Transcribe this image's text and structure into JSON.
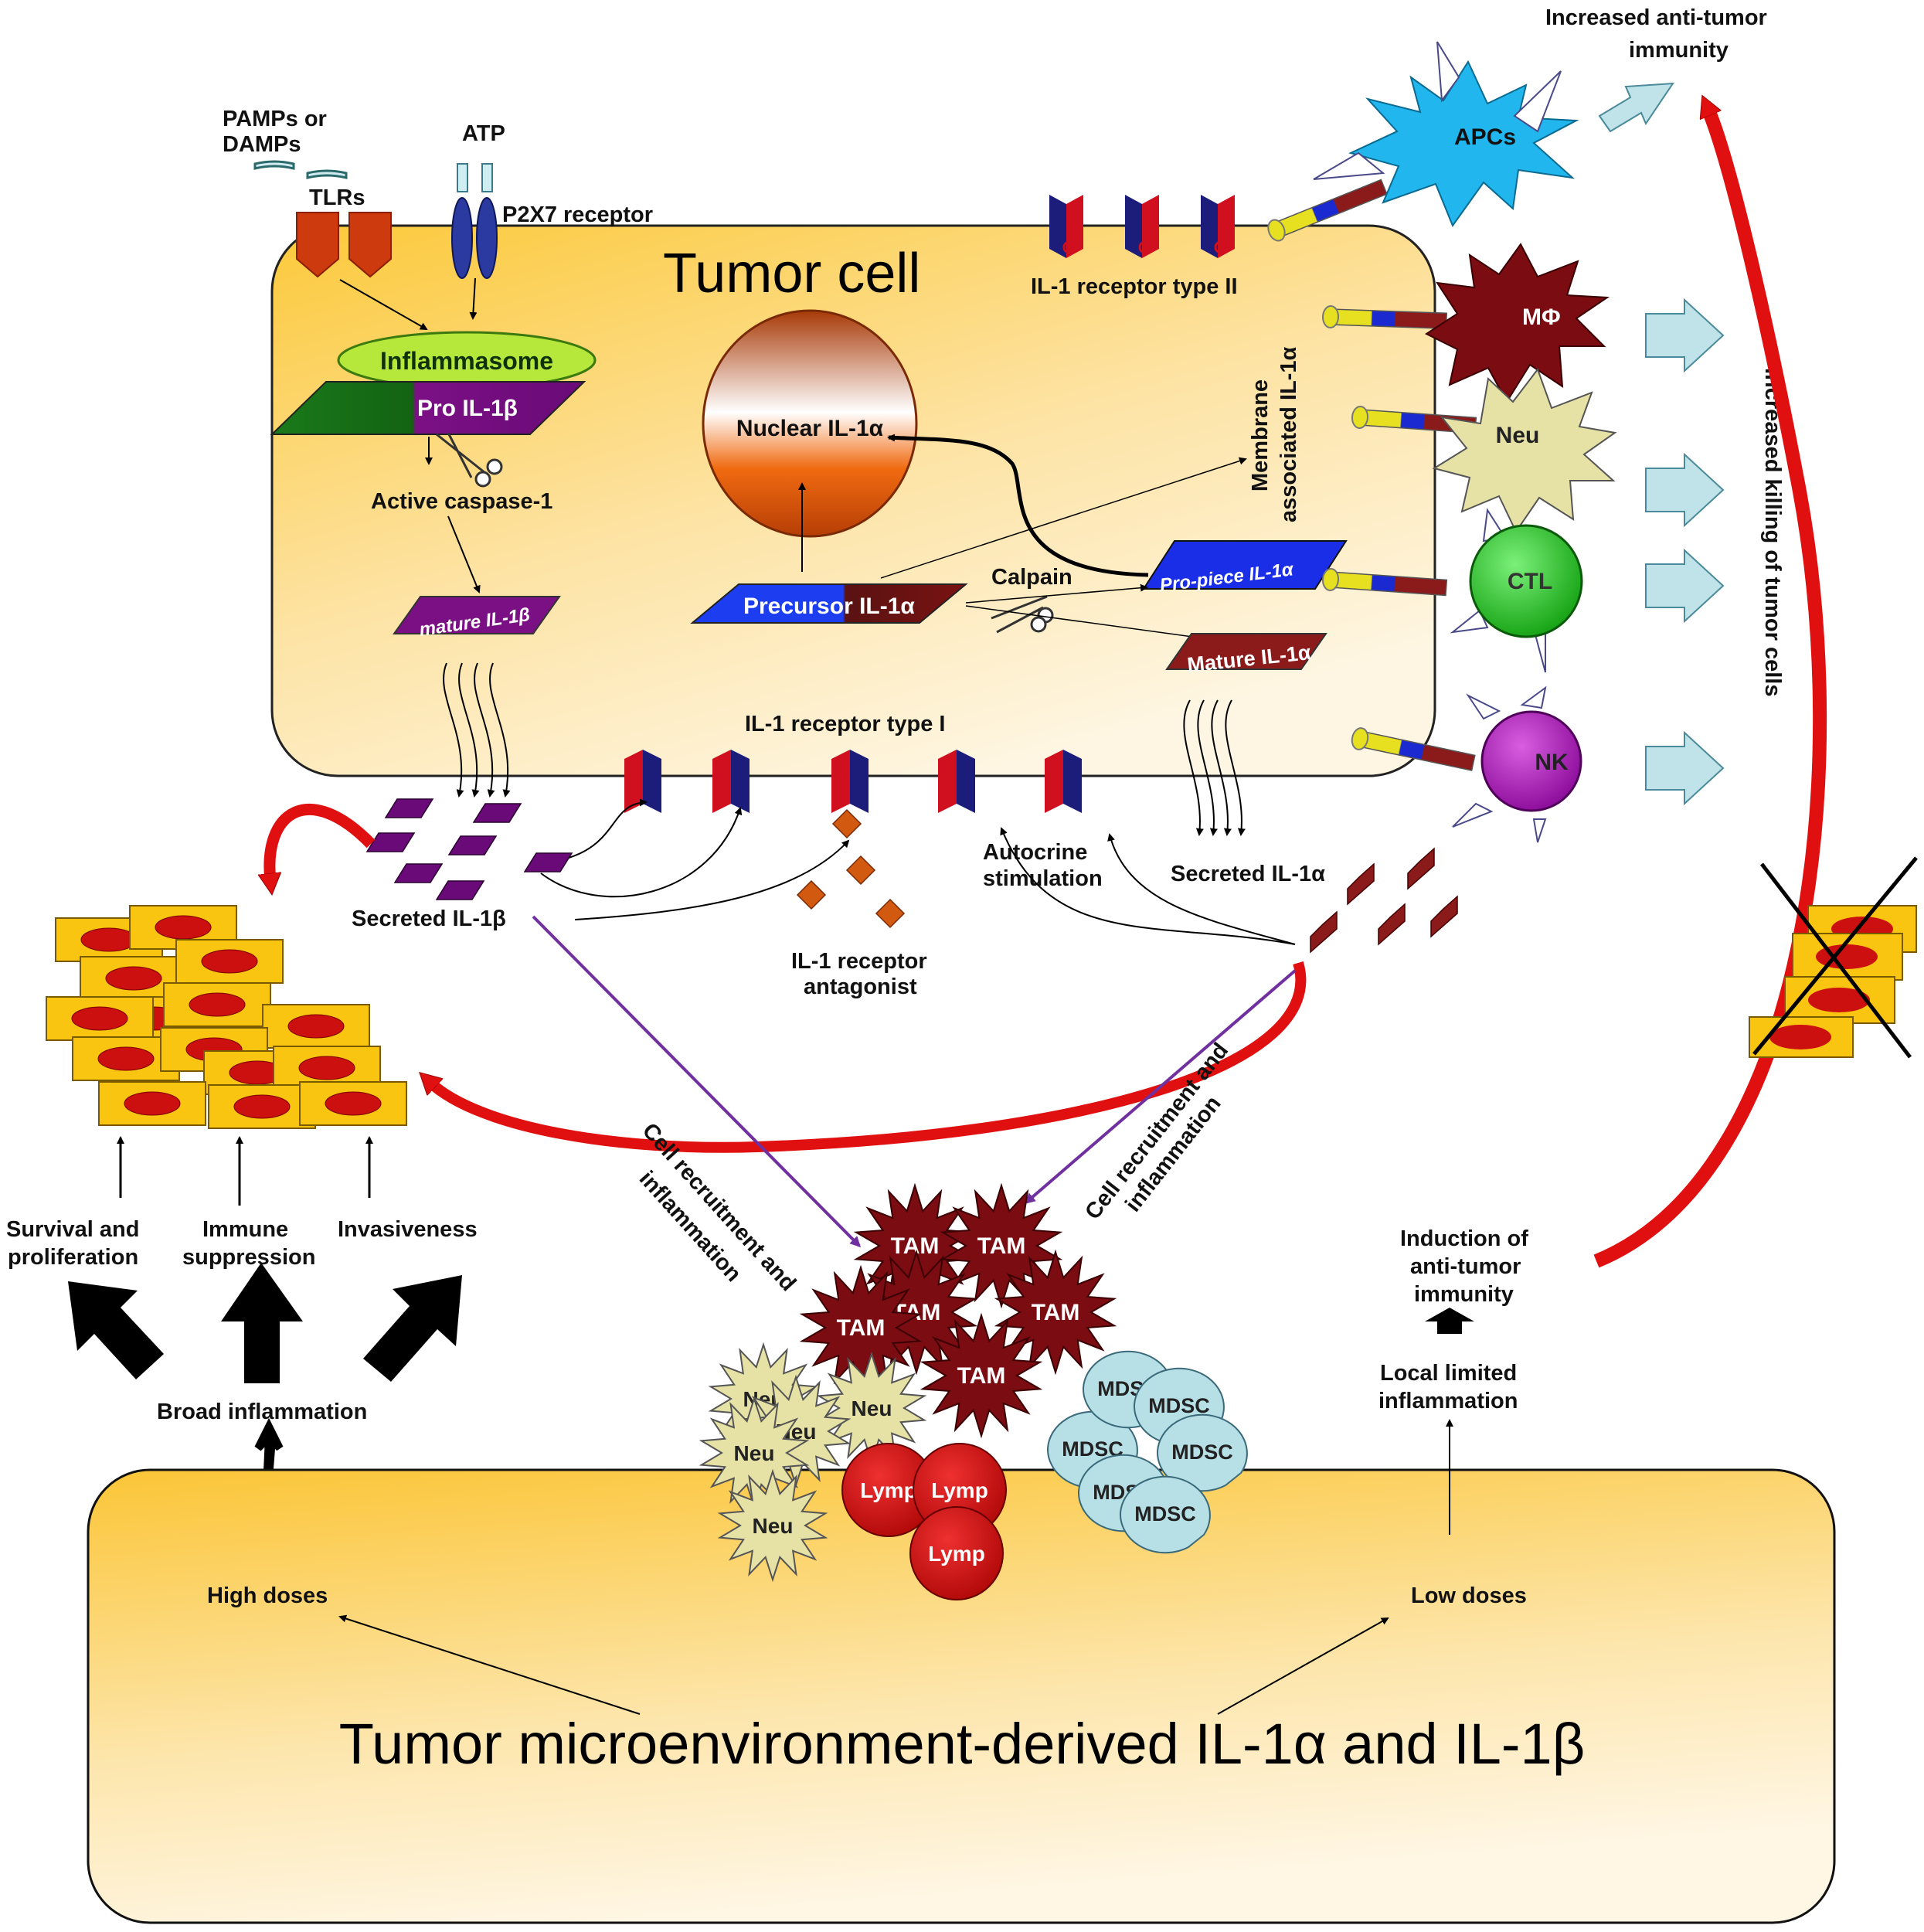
{
  "colors": {
    "tumor_fill_top": "#fcca3e",
    "tumor_fill_bottom": "#fef4dd",
    "il1b_purple": "#7b1085",
    "il1a_darkred": "#8b1a1a",
    "receptor_red": "#d0101e",
    "receptor_blue": "#1c1c7a",
    "arrow_red": "#e01010",
    "arrow_purple": "#7030a0",
    "light_arrow": "#bfe3e8",
    "apc_blue": "#21b6ee",
    "mphi_darkred": "#7a0c12",
    "neu_khaki": "#e6e2a6",
    "ctl_green": "#22c81c",
    "nk_purple": "#a010b0",
    "mdsc_lightblue": "#b7dfe6",
    "lymp_red": "#cc1010",
    "cell_yellow": "#f9c510",
    "nucleus_red": "#cc1010"
  },
  "tumor_cell": {
    "title": "Tumor cell",
    "receptor_type2": "IL-1 receptor type II",
    "receptor_type1": "IL-1 receptor type I",
    "inflammasome": "Inflammasome",
    "pro_il1b": "Pro IL-1β",
    "active_caspase": "Active caspase-1",
    "mature_il1b": "mature IL-1β",
    "nuclear_il1a": "Nuclear IL-1α",
    "precursor_il1a": "Precursor IL-1α",
    "calpain": "Calpain",
    "pro_piece": "Pro-piece IL-1α",
    "mature_il1a": "Mature IL-1α",
    "membrane_assoc_line1": "Membrane",
    "membrane_assoc_line2": "associated IL-1α"
  },
  "top_left": {
    "pamps_line1": "PAMPs or",
    "pamps_line2": "DAMPs",
    "tlrs": "TLRs",
    "atp": "ATP",
    "p2x7": "P2X7 receptor"
  },
  "secreted": {
    "il1b": "Secreted  IL-1β",
    "il1a": "Secreted  IL-1α",
    "antagonist_line1": "IL-1 receptor",
    "antagonist_line2": "antagonist",
    "autocrine_line1": "Autocrine",
    "autocrine_line2": "stimulation"
  },
  "immune_right": {
    "apcs": "APCs",
    "mphi": "MΦ",
    "neu": "Neu",
    "ctl": "CTL",
    "nk": "NK",
    "increased_antitumor_line1": "Increased anti-tumor",
    "increased_antitumor_line2": "immunity",
    "increased_killing": "Increased killing of tumor cells"
  },
  "left_outcomes": {
    "survival_line1": "Survival and",
    "survival_line2": "proliferation",
    "immune_line1": "Immune",
    "immune_line2": "suppression",
    "invasiveness": "Invasiveness",
    "broad_inflammation": "Broad inflammation"
  },
  "recruitment": {
    "left_line1": "Cell recruitment and",
    "left_line2": "inflammation",
    "right_line1": "Cell recruitment  and",
    "right_line2": "inflammation"
  },
  "infiltrate": {
    "tam": "TAM",
    "neu": "Neu",
    "lymp": "Lymp",
    "mdsc": "MDSC"
  },
  "right_outcomes": {
    "induction_line1": "Induction of",
    "induction_line2": "anti-tumor",
    "induction_line3": "immunity",
    "local_line1": "Local limited",
    "local_line2": "inflammation"
  },
  "microenvironment": {
    "high_doses": "High doses",
    "low_doses": "Low doses",
    "title": "Tumor microenvironment-derived IL-1α and IL-1β"
  }
}
